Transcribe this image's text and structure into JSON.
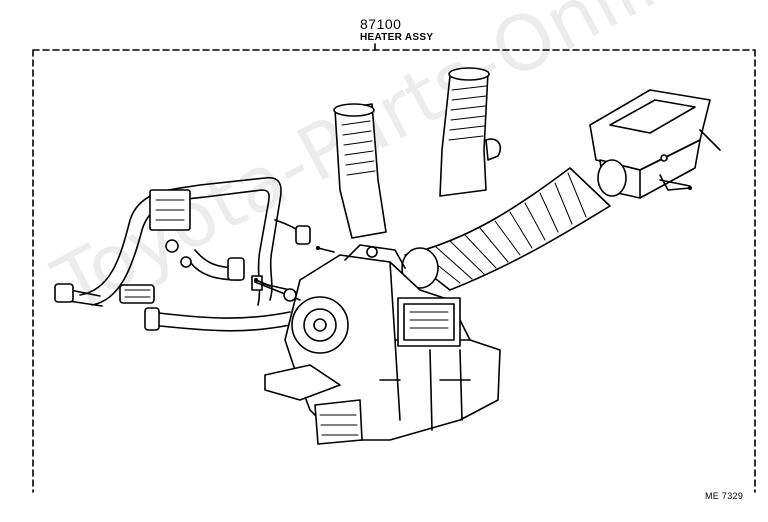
{
  "header": {
    "part_number": "87100",
    "part_name": "HEATER ASSY"
  },
  "footer": {
    "figure_code": "ME 7329"
  },
  "watermark": {
    "text": "Toyota-Parts-Online.ru"
  },
  "colors": {
    "line": "#000000",
    "background": "#ffffff"
  }
}
